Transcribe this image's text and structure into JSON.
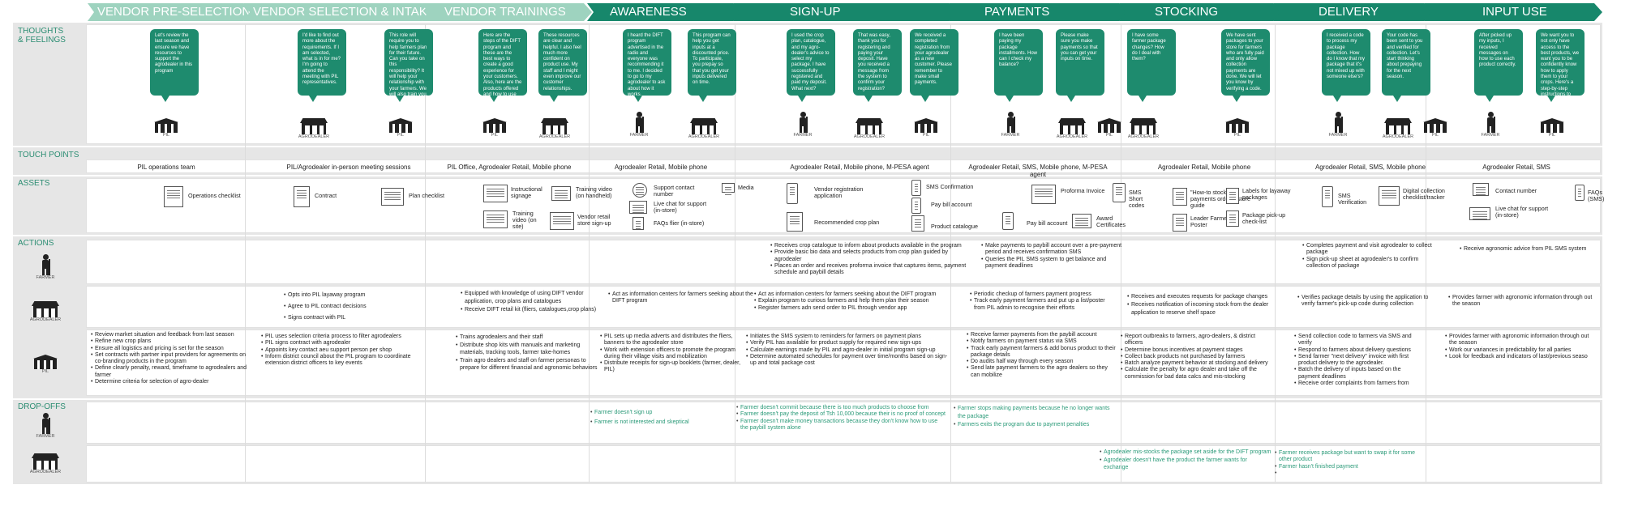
{
  "stages": [
    {
      "label": "VENDOR PRE-SELECTION",
      "tone": "light"
    },
    {
      "label": "VENDOR SELECTION & INTAKE",
      "tone": "light"
    },
    {
      "label": "VENDOR TRAININGS",
      "tone": "light"
    },
    {
      "label": "AWARENESS",
      "tone": "dark"
    },
    {
      "label": "SIGN-UP",
      "tone": "dark"
    },
    {
      "label": "PAYMENTS",
      "tone": "dark"
    },
    {
      "label": "STOCKING",
      "tone": "dark"
    },
    {
      "label": "DELIVERY",
      "tone": "dark"
    },
    {
      "label": "INPUT USE",
      "tone": "dark"
    }
  ],
  "row_labels": {
    "thoughts": "THOUGHTS & FEELINGS",
    "touch": "TOUCH POINTS",
    "assets": "ASSETS",
    "actions": "ACTIONS",
    "dropoffs": "DROP-OFFS"
  },
  "personas": {
    "farmer": "FARMER",
    "agrodealer": "AGRODEALER",
    "pil": "PIL"
  },
  "thoughts": [
    {
      "text": "Let's review the last season and ensure we have resources to support the agrodealer in this program",
      "actors": [
        {
          "type": "pil",
          "label": "PIL"
        }
      ]
    },
    {
      "text": "I'd like to find out more about the requirements. If I am selected, what is in for me? I'm going to attend the meeting with PIL representatives.",
      "actors": [
        {
          "type": "agro",
          "label": "AGRODEALER"
        }
      ]
    },
    {
      "text": "This role will require you to help farmers plan for their future. Can you take on this responsibility? It will help your relationship with your farmers. We will also train you.",
      "actors": [
        {
          "type": "pil",
          "label": "PIL"
        }
      ]
    },
    {
      "text": "Here are the steps of the DIFT program and these are the best ways to create a good experience for your customers. Also, here are the products offered and how to use them.",
      "actors": [
        {
          "type": "pil",
          "label": "PIL"
        }
      ]
    },
    {
      "text": "These resources are clear and helpful. I also feel much more confident on product use. My staff and I might even improve our customer relationships.",
      "actors": [
        {
          "type": "agro",
          "label": "AGRODEALER"
        }
      ]
    },
    {
      "text": "I heard the DIFT program advertised in the radio and everyone was recommending it to me. I decided to go to my agrodealer to ask about how it works.",
      "actors": [
        {
          "type": "farmer",
          "label": "FARMER"
        }
      ]
    },
    {
      "text": "This program can help you get inputs at a discounted price. To participate, you prepay so that you get your inputs delivered on time.",
      "actors": [
        {
          "type": "agro",
          "label": "AGRODEALER"
        }
      ]
    },
    {
      "text": "I used the crop plan, catalogue, and my agro-dealer's advice to select my package. I have successfully registered and paid my deposit. What next?",
      "actors": [
        {
          "type": "farmer",
          "label": "FARMER"
        }
      ]
    },
    {
      "text": "That was easy, thank you for registering and paying your deposit. Have you received a message from the system to confirm your registration?",
      "actors": [
        {
          "type": "agro",
          "label": "AGRODEALER"
        }
      ]
    },
    {
      "text": "We received a completed registration from your agrodealer as a new customer. Please remember to make small payments.",
      "actors": [
        {
          "type": "pil",
          "label": "PIL"
        }
      ]
    },
    {
      "text": "I have been paying my package installments. How can I check my balance?",
      "actors": [
        {
          "type": "farmer",
          "label": "FARMER"
        }
      ]
    },
    {
      "text": "Please make sure you make payments so that you can get your inputs on time.",
      "actors": [
        {
          "type": "agro",
          "label": "AGRODEALER"
        },
        {
          "type": "pil",
          "label": "PIL"
        }
      ]
    },
    {
      "text": "I have some farmer package changes? How do I deal with them?",
      "actors": [
        {
          "type": "agro",
          "label": "AGRODEALER"
        }
      ]
    },
    {
      "text": "We have sent packages to your store for farmers who are fully paid and only allow collection payments are done. We will let you know by verifying a code.",
      "actors": [
        {
          "type": "pil",
          "label": "PIL"
        }
      ]
    },
    {
      "text": "I received a code to process my package collection. How do I know that my package that it's not mixed up with someone else's?",
      "actors": [
        {
          "type": "farmer",
          "label": "FARMER"
        }
      ]
    },
    {
      "text": "Your code has been sent to you and verified for collection. Let's start thinking about prepaying for the next season.",
      "actors": [
        {
          "type": "agro",
          "label": "AGRODEALER"
        },
        {
          "type": "pil",
          "label": "PIL"
        }
      ]
    },
    {
      "text": "After picked up my inputs, I received messages on how to use each product correctly.",
      "actors": [
        {
          "type": "farmer",
          "label": "FARMER"
        }
      ]
    },
    {
      "text": "We want you to not only have access to the best products, we want you to be confidently know how to apply them to your crops. Here's a step-by-step instructions to product use.",
      "actors": [
        {
          "type": "pil",
          "label": "PIL"
        }
      ]
    }
  ],
  "touch_points": [
    "PIL operations team",
    "PIL/Agrodealer in-person meeting sessions",
    "PIL Office, Agrodealer Retail, Mobile phone",
    "Agrodealer Retail, Mobile phone",
    "Agrodealer Retail, Mobile phone, M-PESA agent",
    "Agrodealer Retail, SMS, Mobile phone, M-PESA agent",
    "Agrodealer Retail, Mobile phone",
    "Agrodealer Retail, SMS, Mobile phone",
    "Agrodealer Retail, SMS"
  ],
  "assets": [
    "Operations checklist",
    "Contract",
    "Plan checklist",
    "Instructional signage",
    "Training video (on handheld)",
    "Training video (on site)",
    "Vendor retail store sign-up",
    "Support contact number",
    "Media",
    "Live chat for support (in-store)",
    "FAQs flier (in-store)",
    "Vendor registration application",
    "SMS Confirmation",
    "Pay bill account",
    "Recommended crop plan",
    "Product catalogue",
    "Proforma Invoice",
    "SMS Short codes",
    "Pay bill account",
    "Award Certificates",
    "\"How-to stock pre-payments orders\" store guide",
    "Labels for layaway packages",
    "Leader Farmer Poster",
    "Package pick-up check-list",
    "SMS Verification",
    "Digital collection checklist/tracker",
    "Contact number",
    "FAQs (SMS)",
    "Live chat for support (in-store)"
  ],
  "actions_farmer": [
    {
      "items": [
        "Receives crop catalogue to inform about products available in the program",
        "Provide basic bio data and selects products from crop plan guided by agrodealer",
        "Places an order and receives proforma invoice that captures items, payment schedule and paybill details"
      ]
    },
    {
      "items": [
        "Make payments to paybill account over a pre-payment period and receives confirmation SMS",
        "Queries the PIL SMS system to get balance and payment deadlines"
      ]
    },
    {
      "items": [
        "Completes payment and visit agrodealer to collect package",
        "Sign pick-up sheet at agrodealer's to confirm collection of package"
      ]
    },
    {
      "items": [
        "Receive agronomic advice from PIL SMS system"
      ]
    }
  ],
  "actions_agro": [
    {
      "items": [
        "Opts into PIL layaway program",
        "Agree to PIL contract decisions",
        "Signs contract with PIL"
      ]
    },
    {
      "items": [
        "Equipped with knowledge of using DIFT vendor application, crop plans and catalogues",
        "Receive DIFT retail kit (fliers, catalogues,crop plans)"
      ]
    },
    {
      "items": [
        "Act as information centers for farmers seeking about the DIFT program"
      ]
    },
    {
      "items": [
        "Act as information centers for farmers seeking about the DIFT program",
        "Explain program to curious farmers and help them plan their season",
        "Register farmers adn send order to PIL through vendor app"
      ]
    },
    {
      "items": [
        "Periodic checkup of farmers payment progress",
        "Track early payment farmers and put up a list/poster from PIL admin to recognise their efforts"
      ]
    },
    {
      "items": [
        "Receives and executes requests for package changes",
        "Receives notification of incoming stock from the dealer application to reserve shelf space"
      ]
    },
    {
      "items": [
        "Verifies package details by using the application to verify farmer's pick-up code during collection"
      ]
    },
    {
      "items": [
        "Provides farmer with agronomic information through out the season"
      ]
    }
  ],
  "actions_pil": [
    {
      "items": [
        "Review market situation and feedback from last season",
        "Refine new crop plans",
        "Ensure all logistics and pricing is set for the season",
        "Set contracts with partner input providers for agreements on co-branding products in the program",
        "Define clearly penalty, reward, timeframe to agrodealers and farmer",
        "Determine criteria for selection of agro-dealer"
      ]
    },
    {
      "items": [
        "PIL uses selection criteria process to filter agrodealers",
        "PIL signs contract with agrodealer",
        "Appoints key contact aeu support person per shop",
        "Inform district council about the PIL program to coordinate extension district officers to key events"
      ]
    },
    {
      "items": [
        "Trains agrodealers and their staff",
        "Distribute shop kits with manuals and marketing materials, tracking tools, farmer take-homes",
        "Train agro dealers and staff on farmer personas to prepare for different financial and agronomic behaviors"
      ]
    },
    {
      "items": [
        "PIL sets up media adverts and distributes the fliers, banners to the agrodealer store",
        "Work with extension officers to promote the program during their village visits and mobilization",
        "Distribute receipts for sign-up booklets (farmer, dealer, PIL)"
      ]
    },
    {
      "items": [
        "Initiates the SMS system to reminders for farmers on payment plans",
        "Verify PIL has available for product supply for required new sign-ups",
        "Calculate earnings made by PIL and agro-dealer in initial program sign-up",
        "Determine automated schedules for payment over time/months based on sign-up and total package cost"
      ]
    },
    {
      "items": [
        "Receive farmer payments from the paybill account",
        "Notify farmers on payment status via SMS",
        "Track early payment farmers & add bonus product to their package details",
        "Do audits half way through every season",
        "Send late payment farmers to the agro dealers so they can mobilize"
      ]
    },
    {
      "items": [
        "Report outbreaks to farmers, agro-dealers, & district officers",
        "Determine bonus incentives at payment stages",
        "Collect back products not purchased by farmers",
        "Batch analyze payment behavior at stocking and delivery",
        "Calculate the penalty for agro dealer and take off the commission for bad data calcs and mis-stocking"
      ]
    },
    {
      "items": [
        "Send collection code to farmers via SMS and verify",
        "Respond to farmers about delivery questions",
        "Send farmer \"next delivery\" invoice with first product delivery to the agrodealer.",
        "Batch the delivery of inputs based on the payment deadlines",
        "Receive order complaints from farmers from"
      ]
    },
    {
      "items": [
        "Provides farmer with agronomic information through out the season",
        "Work our variances in predictability for all parties",
        "Look for feedback and indicators of last/previous seaso"
      ]
    }
  ],
  "drop_farmer": [
    {
      "items": [
        "Farmer doesn't sign up",
        "Farmer is not interested and skeptical"
      ]
    },
    {
      "items": [
        "Farmer doesn't commit because there is too much products to choose from",
        "Farmer doesn't pay the deposit of Tsh 10,000 because their is no proof of concept",
        "Farmer doesn't make money transactions because they don't know how to use the paybill system alone"
      ]
    },
    {
      "items": [
        "Farmer stops making payments because he no longer wants the package",
        "Farmers exits the program due to payment penalties"
      ]
    }
  ],
  "drop_agro": [
    {
      "items": [
        "Agrodealer mis-stocks the package set aside for the DIFT program",
        "Agrodealer doesn't have the product the farmer wants for exchange"
      ]
    },
    {
      "items": [
        "Farmer receives package but want to swap it for some other product",
        "Farmer hasn't finished payment",
        ""
      ]
    }
  ],
  "colors": {
    "accent_dark": "#17876b",
    "accent_light": "#9ed3bf",
    "drop_text": "#2a9a78",
    "bubble": "#1e8b6e"
  }
}
